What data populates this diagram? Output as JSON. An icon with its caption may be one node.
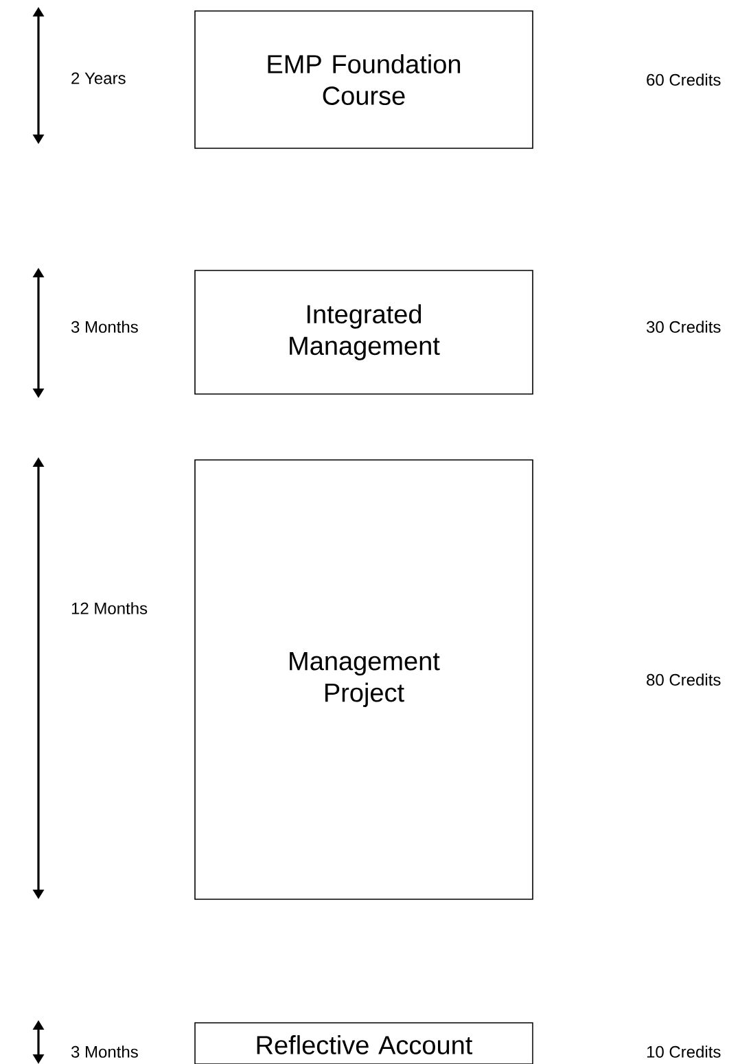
{
  "diagram": {
    "nodes": [
      {
        "text": [
          "EMP Foundation Course"
        ]
      },
      {
        "text": [
          "Integrated Management"
        ]
      },
      {
        "text": [
          "Management Project"
        ]
      },
      {
        "text": [
          "Reflective Account"
        ]
      }
    ],
    "labels": [
      "2 Years",
      "60 Credits",
      "3 Months",
      "30 Credits",
      "12 Months",
      "80 Credits",
      "3 Months",
      "10 Credits"
    ]
  }
}
